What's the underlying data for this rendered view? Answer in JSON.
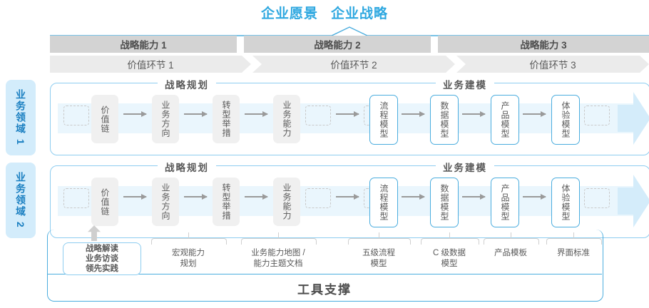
{
  "header": {
    "vision": "企业愿景",
    "strategy": "企业战略"
  },
  "capabilities": [
    {
      "label": "战略能力 1"
    },
    {
      "label": "战略能力 2"
    },
    {
      "label": "战略能力 3"
    }
  ],
  "value_chains": [
    {
      "label": "价值环节 1"
    },
    {
      "label": "价值环节 2"
    },
    {
      "label": "价值环节 3"
    }
  ],
  "domains": [
    {
      "label": "业务领域 1"
    },
    {
      "label": "业务领域 2"
    }
  ],
  "sections": {
    "planning": "战略规划",
    "modeling": "业务建模"
  },
  "nodes": {
    "planning": [
      {
        "label": "价值链"
      },
      {
        "label": "业务方向"
      },
      {
        "label": "转型举措"
      },
      {
        "label": "业务能力"
      }
    ],
    "modeling": [
      {
        "label": "流程模型"
      },
      {
        "label": "数据模型"
      },
      {
        "label": "产品模型"
      },
      {
        "label": "体验模型"
      }
    ]
  },
  "tools": {
    "box": [
      "战略解读",
      "业务访谈",
      "领先实践"
    ],
    "labels": [
      {
        "line1": "宏观能力",
        "line2": "规划"
      },
      {
        "line1": "业务能力地图 /",
        "line2": "能力主题文档"
      },
      {
        "line1": "五级流程",
        "line2": "模型"
      },
      {
        "line1": "C 级数据",
        "line2": "模型"
      },
      {
        "line1": "产品模板",
        "line2": ""
      },
      {
        "line1": "界面标准",
        "line2": ""
      }
    ]
  },
  "footer": {
    "title": "工具支撑"
  },
  "colors": {
    "accent": "#2fa8e0",
    "accent_border": "#4badde",
    "soft_border": "#8ecdf0",
    "band": "#eaf6fd",
    "band_tip": "#d4ecfa",
    "tab_bg": "#d3ecfb",
    "tab_text": "#1a7fc1",
    "cap_bar": "#d3d3d3",
    "vc_bar": "#ebebeb",
    "node_gray": "#f0f0f0",
    "text": "#595959"
  }
}
